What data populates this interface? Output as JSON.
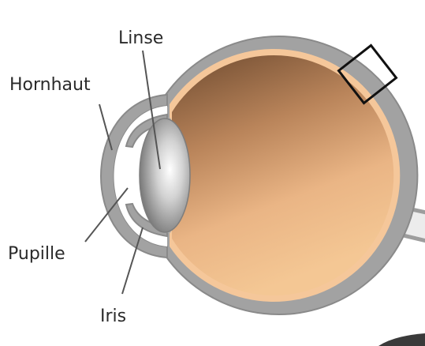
{
  "labels": {
    "lens": "Linse",
    "cornea": "Hornhaut",
    "pupil": "Pupille",
    "iris": "Iris"
  },
  "colors": {
    "sclera": "#9d9d9d",
    "vitreous_dark": "#7a5638",
    "vitreous_light": "#f2c28f",
    "choroid_band": "#f5c79a",
    "pointer": "#555555",
    "focus_box": "#111111"
  }
}
